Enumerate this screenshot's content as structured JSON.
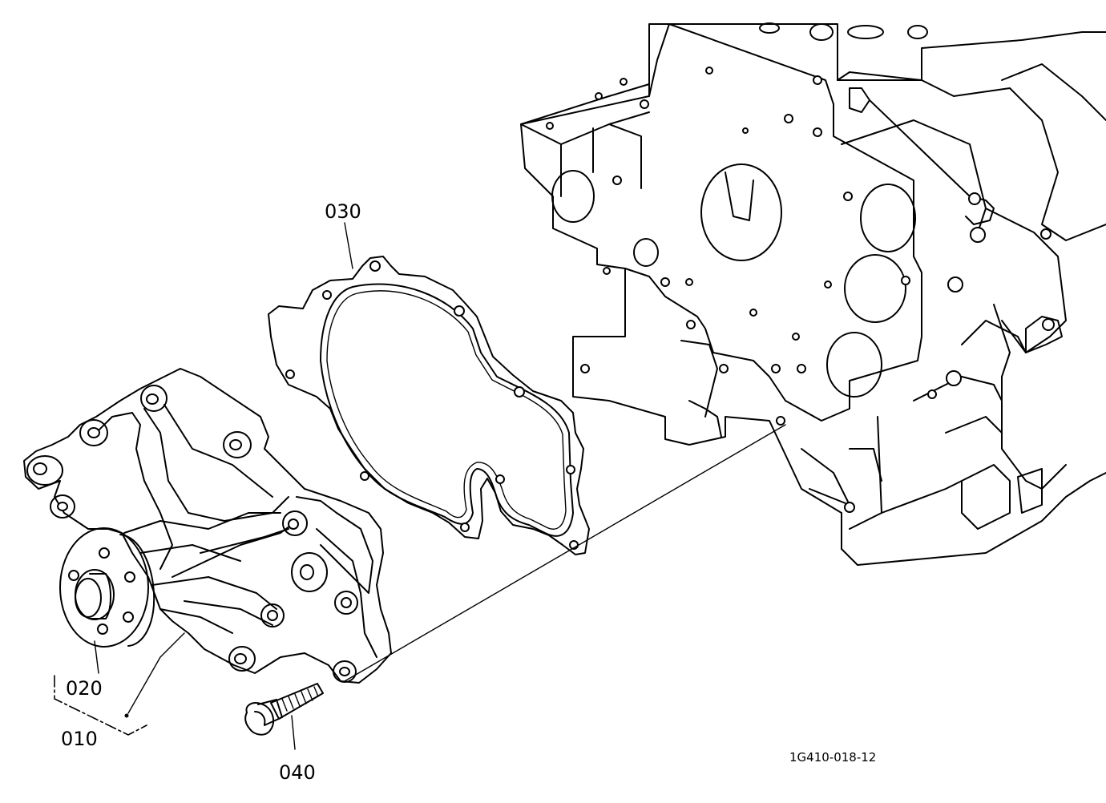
{
  "diagram": {
    "drawing_code": "1G410-018-12",
    "callouts": [
      {
        "id": "010",
        "label": "010"
      },
      {
        "id": "020",
        "label": "020"
      },
      {
        "id": "030",
        "label": "030"
      },
      {
        "id": "040",
        "label": "040"
      }
    ]
  }
}
